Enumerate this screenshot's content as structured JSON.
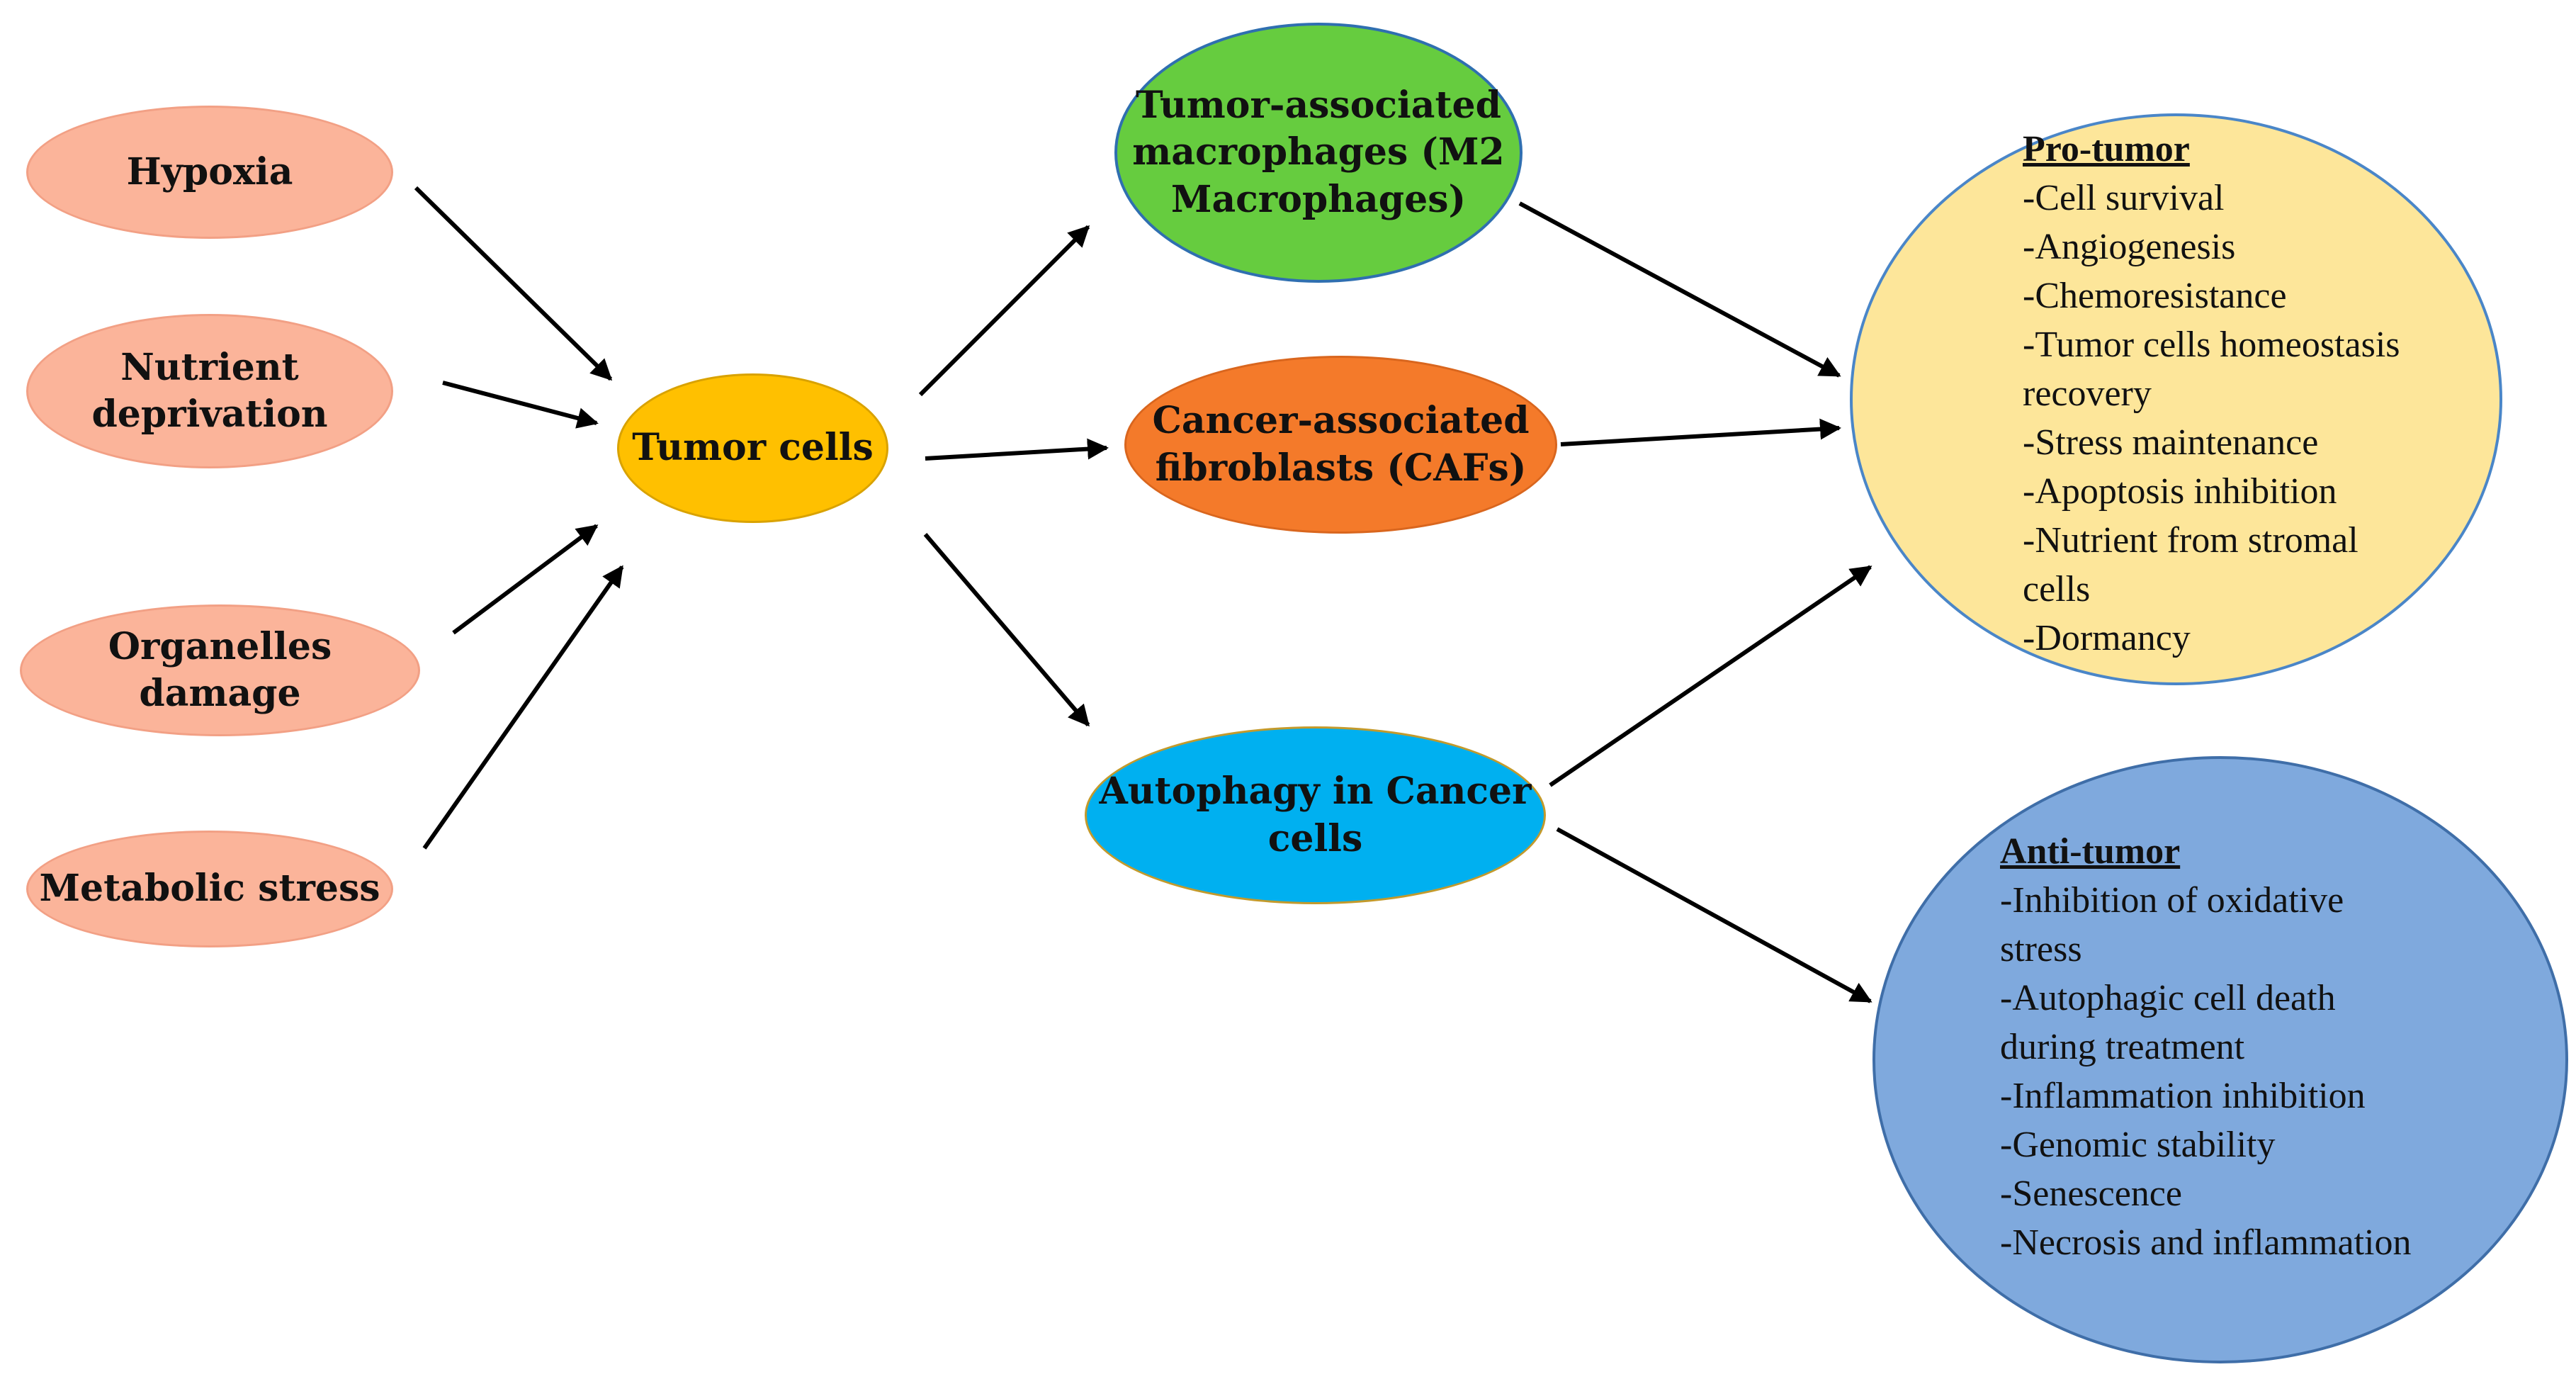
{
  "causes": {
    "hypoxia": "Hypoxia",
    "nutrient": [
      "Nutrient",
      "deprivation"
    ],
    "organelles": "Organelles damage",
    "metabolic": "Metabolic stress"
  },
  "center": {
    "tumor_cells": "Tumor cells"
  },
  "middle": {
    "tam": [
      "Tumor-associated",
      "macrophages (M2",
      "Macrophages)"
    ],
    "caf": [
      "Cancer-associated",
      "fibroblasts (CAFs)"
    ],
    "autophagy": [
      "Autophagy in Cancer",
      "cells"
    ]
  },
  "pro_tumor": {
    "title": "Pro-tumor",
    "items": [
      "-Cell survival",
      "-Angiogenesis",
      "-Chemoresistance",
      "-Tumor cells homeostasis",
      "recovery",
      "-Stress maintenance",
      "-Apoptosis inhibition",
      "-Nutrient from stromal",
      "cells",
      "-Dormancy"
    ]
  },
  "anti_tumor": {
    "title": "Anti-tumor",
    "items": [
      "-Inhibition of oxidative",
      "stress",
      "-Autophagic cell death",
      "during treatment",
      "-Inflammation inhibition",
      "-Genomic stability",
      "-Senescence",
      "-Necrosis and inflammation"
    ]
  },
  "colors": {
    "cause_fill": "#fbb49a",
    "tumor_fill": "#ffc000",
    "tam_fill": "#66cc3f",
    "caf_fill": "#f47a2a",
    "autophagy_fill": "#00b0f0",
    "pro_fill": "#fde69a",
    "anti_fill": "#7fa9dd",
    "arrow": "#000000"
  }
}
